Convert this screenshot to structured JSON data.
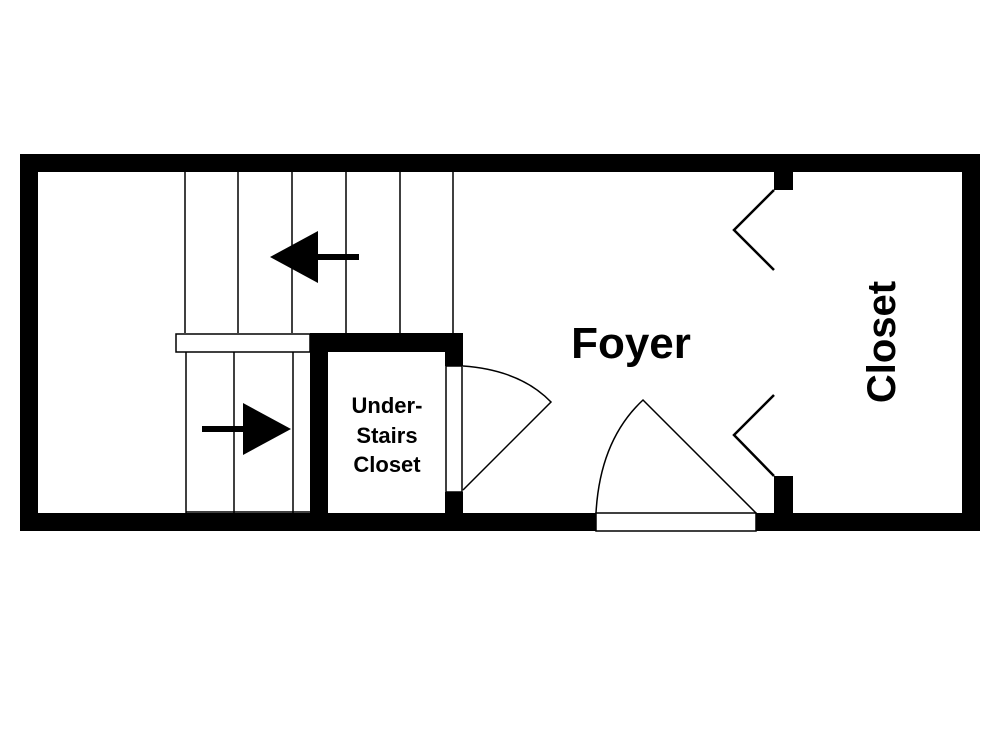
{
  "rooms": {
    "foyer": "Foyer",
    "closet": "Closet",
    "under_stairs": [
      "Under-",
      "Stairs",
      "Closet"
    ]
  },
  "colors": {
    "wall": "#000000",
    "background": "#ffffff"
  }
}
